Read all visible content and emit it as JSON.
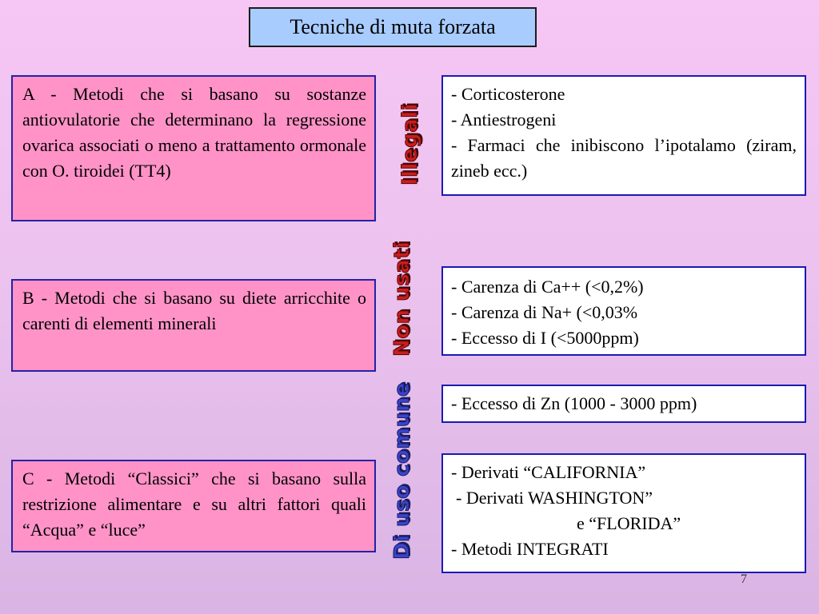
{
  "title": "Tecniche di muta forzata",
  "labels": {
    "illegali": "Illegali",
    "non_usati": "Non usati",
    "di_uso_comune": "Di uso comune"
  },
  "left": {
    "a": "A - Metodi che si basano su sostanze antiovulatorie che determinano la regressione ovarica associati o meno a trattamento ormonale con O. tiroidei (TT4)",
    "b": "B - Metodi che si basano su diete arricchite o carenti di elementi minerali",
    "c": "C - Metodi “Classici” che si basano sulla restrizione alimentare e su altri fattori quali “Acqua” e “luce”"
  },
  "right": {
    "box1": [
      "- Corticosterone",
      "- Antiestrogeni",
      "- Farmaci che inibiscono l’ipotalamo (ziram, zineb ecc.)"
    ],
    "box2": [
      "- Carenza di Ca++ (<0,2%)",
      "- Carenza di Na+ (<0,03%",
      "- Eccesso di I (<5000ppm)"
    ],
    "box3": [
      "- Eccesso di Zn (1000 - 3000 ppm)"
    ],
    "box4": [
      "- Derivati “CALIFORNIA”",
      " - Derivati WASHINGTON”",
      "e “FLORIDA”",
      "- Metodi INTEGRATI"
    ]
  },
  "page_number": "7",
  "colors": {
    "title_bg": "#a9ccff",
    "left_box_bg": "#ff93c8",
    "label_red": "#c81e1e",
    "label_blue": "#3b44c8"
  }
}
